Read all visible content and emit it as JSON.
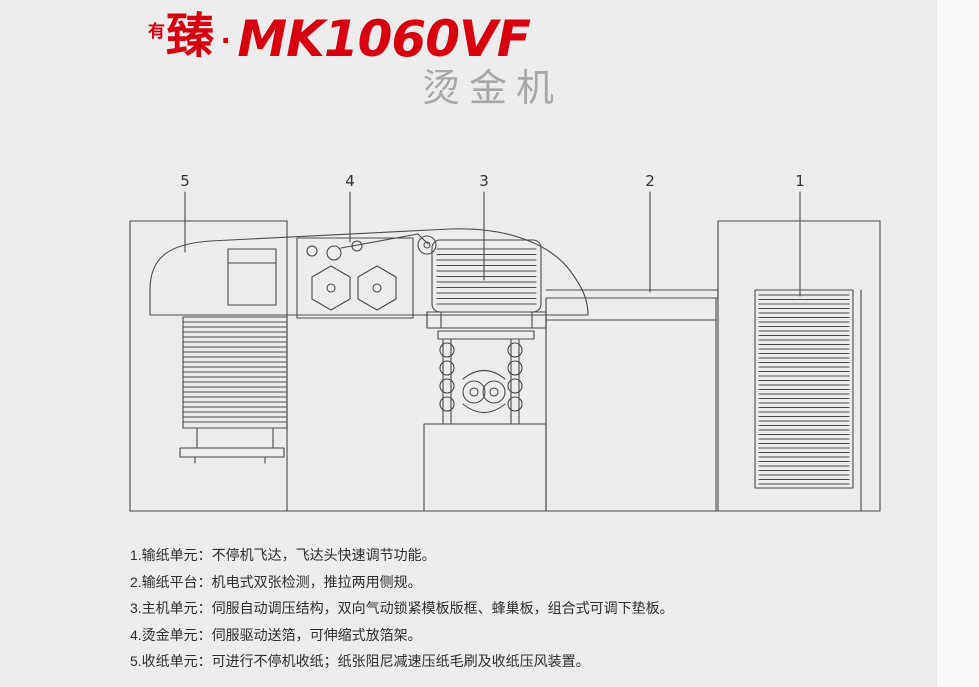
{
  "page": {
    "background": "#ececec",
    "accent_red": "#d7000f",
    "title_gray": "#a6a8aa",
    "line_color": "#4a4a4a",
    "text_color": "#2e2e2e"
  },
  "brand": {
    "prefix_small": "有",
    "prefix_large": "臻",
    "separator": "·",
    "model": "MK1060VF",
    "product": "烫金机"
  },
  "diagram": {
    "callouts": [
      "5",
      "4",
      "3",
      "2",
      "1"
    ]
  },
  "descriptions": [
    "1.输纸单元：不停机飞达，飞达头快速调节功能。",
    "2.输纸平台：机电式双张检测，推拉两用侧规。",
    "3.主机单元：伺服自动调压结构，双向气动锁紧模板版框、蜂巢板，组合式可调下垫板。",
    "4.烫金单元：伺服驱动送箔，可伸缩式放箔架。",
    "5.收纸单元：可进行不停机收纸；纸张阻尼减速压纸毛刷及收纸压风装置。"
  ]
}
